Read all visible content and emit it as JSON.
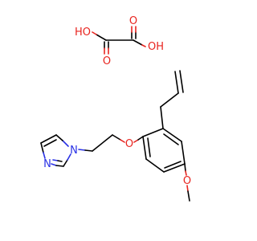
{
  "colors": {
    "carbon": "#000000",
    "oxygen": "#e8241f",
    "nitrogen": "#2a32e6",
    "background": "#ffffff"
  },
  "oxalic_acid": {
    "hydroxyl_left": "HO",
    "hydroxyl_right": "OH",
    "carbonyl_left": "O",
    "carbonyl_right": "O"
  },
  "main_molecule": {
    "imidazole_n1": "N",
    "imidazole_n3": "N",
    "ether_oxygen": "O",
    "methoxy_oxygen": "O"
  }
}
